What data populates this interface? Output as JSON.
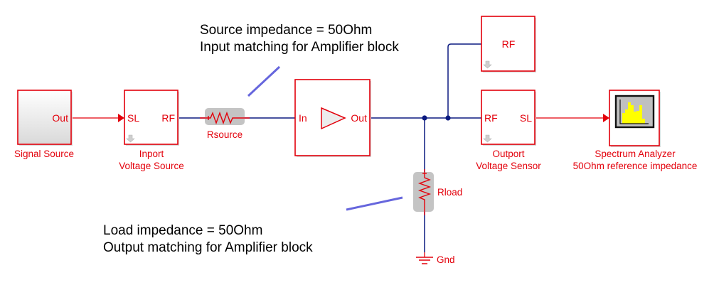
{
  "diagram": {
    "annotations": {
      "source": {
        "line1": "Source impedance = 50Ohm",
        "line2": "Input matching for Amplifier block"
      },
      "load": {
        "line1": "Load impedance = 50Ohm",
        "line2": "Output matching for Amplifier block"
      }
    },
    "blocks": {
      "signal_source": {
        "label": "Signal Source",
        "port_out": "Out"
      },
      "inport": {
        "label_line1": "Inport",
        "label_line2": "Voltage Source",
        "port_in": "SL",
        "port_out": "RF"
      },
      "rsource": {
        "label": "Rsource"
      },
      "amplifier": {
        "port_in": "In",
        "port_out": "Out"
      },
      "rf_terminal": {
        "port": "RF"
      },
      "outport": {
        "label_line1": "Outport",
        "label_line2": "Voltage Sensor",
        "port_in": "RF",
        "port_out": "SL"
      },
      "spectrum_analyzer": {
        "label_line1": "Spectrum  Analyzer",
        "label_line2": "50Ohm reference impedance"
      },
      "rload": {
        "label": "Rload"
      },
      "ground": {
        "label": "Gnd"
      }
    },
    "colors": {
      "block_border": "#e3000b",
      "physical_wire": "#0b1a80",
      "signal_wire": "#e3000b",
      "annotation_line": "#6666dd",
      "scope_bars": "#ffff00"
    }
  }
}
